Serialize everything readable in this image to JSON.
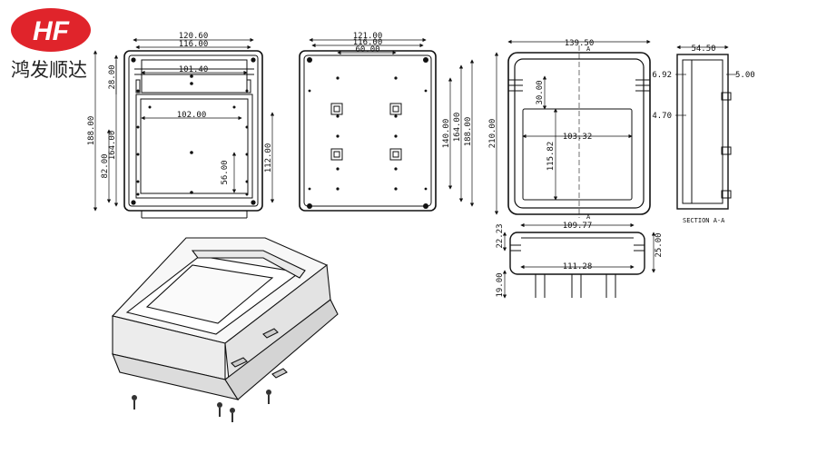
{
  "brand": {
    "logo_letters": "HF",
    "company_name": "鸿发顺达",
    "logo_color": "#e0242b"
  },
  "views": {
    "front": {
      "dims": {
        "outer_width": "120.60",
        "inner_width": "116.00",
        "rail_width": "101.40",
        "window_width": "102.00",
        "top_offset": "28.00",
        "height": "188.00",
        "left_height": "164.00",
        "lower_height": "82.00",
        "boss_height": "56.00",
        "right_height": "112.00"
      }
    },
    "back": {
      "dims": {
        "outer_width": "121.00",
        "inner_width": "116.00",
        "hole_spacing": "60.00",
        "h1": "140.00",
        "h2": "164.00",
        "h3": "188.00"
      }
    },
    "lid": {
      "dims": {
        "width": "139.50",
        "height": "210.00",
        "top_gap": "30.00",
        "window_width": "103.32",
        "window_height": "115.82"
      },
      "section_marker": "A"
    },
    "section": {
      "dims": {
        "depth": "54.50",
        "top": "6.92",
        "lip": "5.00",
        "wall": "4.70"
      },
      "caption": "SECTION A-A"
    },
    "bottom": {
      "dims": {
        "top_width": "109.77",
        "left_height": "22.23",
        "right_height": "25.00",
        "base_width": "111.28",
        "foot_height": "19.00"
      }
    }
  }
}
